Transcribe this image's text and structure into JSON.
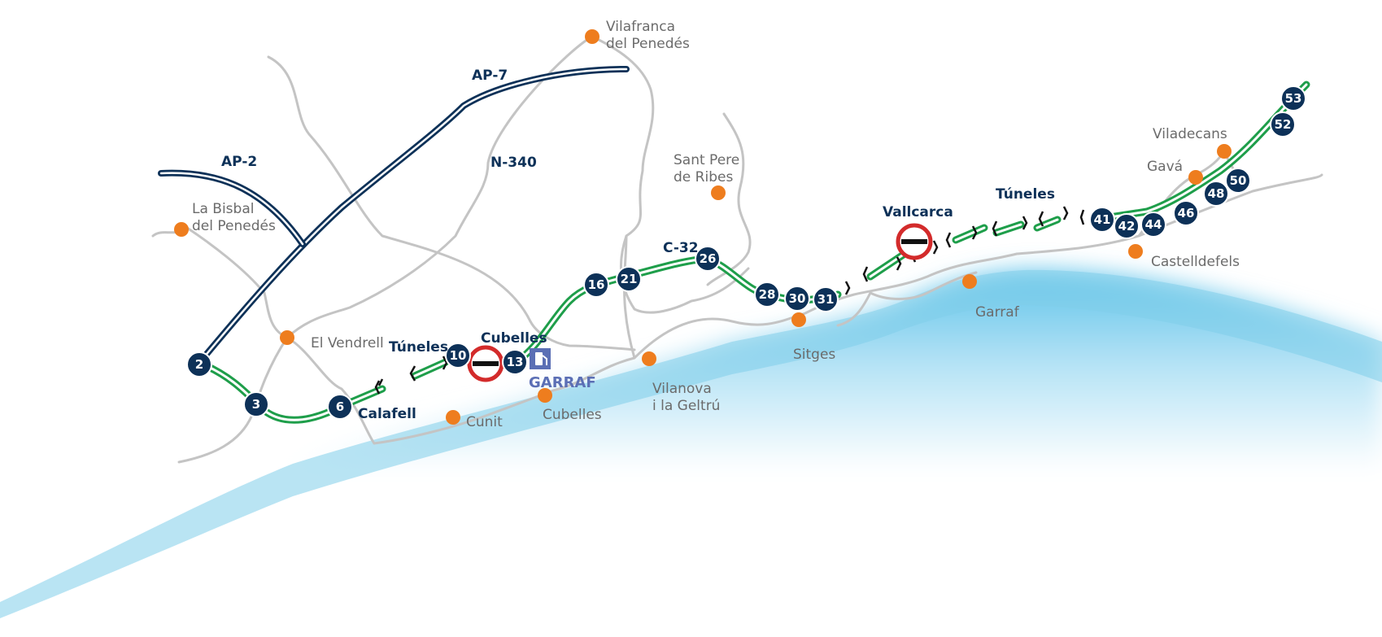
{
  "highways": [
    {
      "id": "ap7",
      "label": "AP-7"
    },
    {
      "id": "ap2",
      "label": "AP-2"
    },
    {
      "id": "n340",
      "label": "N-340"
    },
    {
      "id": "c32",
      "label": "C-32"
    }
  ],
  "towns": [
    {
      "id": "vilafranca",
      "label": "Vilafranca\ndel Penedés"
    },
    {
      "id": "la-bisbal",
      "label": "La Bisbal\ndel Penedés"
    },
    {
      "id": "el-vendrell",
      "label": "El Vendrell"
    },
    {
      "id": "sant-pere-de-ribes",
      "label": "Sant Pere\nde Ribes"
    },
    {
      "id": "cunit",
      "label": "Cunit"
    },
    {
      "id": "cubelles",
      "label": "Cubelles"
    },
    {
      "id": "vilanova",
      "label": "Vilanova\ni la Geltrú"
    },
    {
      "id": "sitges",
      "label": "Sitges"
    },
    {
      "id": "garraf",
      "label": "Garraf"
    },
    {
      "id": "castelldefels",
      "label": "Castelldefels"
    },
    {
      "id": "gava",
      "label": "Gavá"
    },
    {
      "id": "viladecans",
      "label": "Viladecans"
    }
  ],
  "route_labels": [
    {
      "id": "tuneles-west",
      "label": "Túneles"
    },
    {
      "id": "tuneles-east",
      "label": "Túneles"
    },
    {
      "id": "cubelles-plaza",
      "label": "Cubelles"
    },
    {
      "id": "calafell-label",
      "label": "Calafell"
    },
    {
      "id": "vallcarca-plaza",
      "label": "Vallcarca"
    }
  ],
  "service_area": {
    "label": "GARRAF",
    "icon": "fuel-station-icon"
  },
  "toll_plazas": [
    {
      "id": "toll-cubelles",
      "icon": "toll-plaza-icon"
    },
    {
      "id": "toll-vallcarca",
      "icon": "toll-plaza-icon"
    }
  ],
  "exits": [
    "2",
    "3",
    "6",
    "10",
    "13",
    "16",
    "21",
    "26",
    "28",
    "30",
    "31",
    "41",
    "42",
    "44",
    "46",
    "48",
    "50",
    "52",
    "53"
  ],
  "colors": {
    "sea": "#7fcdea",
    "motorway": "#0d3158",
    "toll_route": "#1e9e4a",
    "local_road": "#c4c4c4",
    "town_marker": "#ee7d1e",
    "toll_plaza_ring": "#d32b2b",
    "service_brand": "#5b6fb5"
  }
}
